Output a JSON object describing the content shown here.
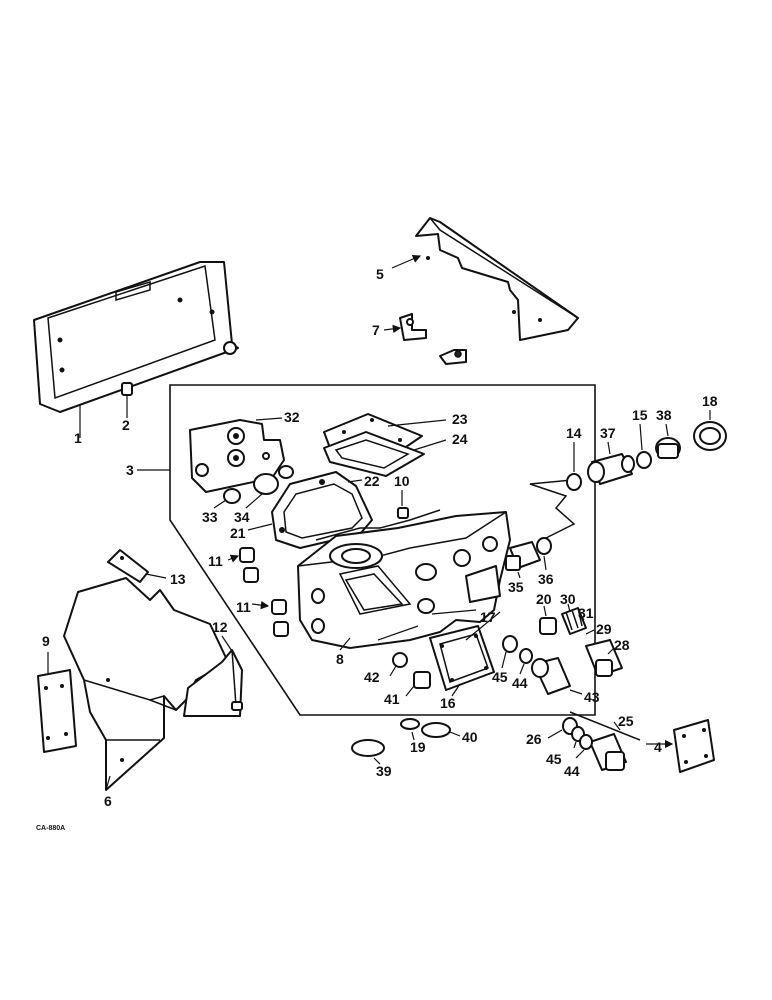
{
  "figure_code": "CA-880A",
  "callouts": {
    "c1": "1",
    "c2": "2",
    "c3": "3",
    "c4": "4",
    "c5": "5",
    "c6": "6",
    "c7": "7",
    "c8": "8",
    "c9": "9",
    "c10": "10",
    "c11a": "11",
    "c11b": "11",
    "c12": "12",
    "c13": "13",
    "c14": "14",
    "c15": "15",
    "c16": "16",
    "c17": "17",
    "c18": "18",
    "c19": "19",
    "c20": "20",
    "c21": "21",
    "c22": "22",
    "c23": "23",
    "c24": "24",
    "c25": "25",
    "c26": "26",
    "c28": "28",
    "c29": "29",
    "c30": "30",
    "c31": "31",
    "c32": "32",
    "c33": "33",
    "c34": "34",
    "c35": "35",
    "c36": "36",
    "c37": "37",
    "c38": "38",
    "c39": "39",
    "c40": "40",
    "c41": "41",
    "c42": "42",
    "c43": "43",
    "c44a": "44",
    "c44b": "44",
    "c45a": "45",
    "c45b": "45"
  }
}
